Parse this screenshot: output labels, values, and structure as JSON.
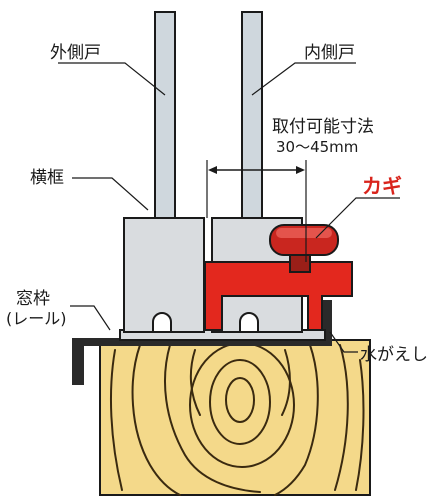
{
  "labels": {
    "outer_door": "外側戸",
    "inner_door": "内側戸",
    "mount_range_title": "取付可能寸法",
    "mount_range_value": "30～45mm",
    "frame": "横框",
    "lock": "カギ",
    "window_frame": "窓枠",
    "rail": "(レール)",
    "drip": "水がえし"
  },
  "colors": {
    "glass": "#cfd7dd",
    "metal": "#d9dcdf",
    "lock_red": "#e3281e",
    "knob_red": "#c9261f",
    "wood": "#f4d98a",
    "wood_grain": "#3a2a10",
    "sill": "#2a2a2a",
    "label_red": "#d9241c"
  }
}
